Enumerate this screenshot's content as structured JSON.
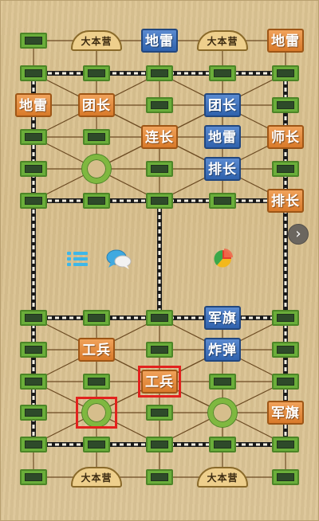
{
  "hq_label": "大本营",
  "icons": {
    "menu": "menu-list-icon",
    "chat": "chat-bubbles-icon",
    "stats": "pie-chart-icon",
    "next": "chevron-right-icon",
    "next_glyph": "›"
  },
  "colors": {
    "blue_piece": "#2f62ad",
    "orange_piece": "#d97a2a",
    "station": "#6aae3a",
    "selection": "#e2221e"
  },
  "pieces": [
    {
      "col": 2,
      "row": 0,
      "label": "地雷",
      "side": "blue"
    },
    {
      "col": 4,
      "row": 0,
      "label": "地雷",
      "side": "orange"
    },
    {
      "col": 0,
      "row": 2,
      "label": "地雷",
      "side": "orange"
    },
    {
      "col": 1,
      "row": 2,
      "label": "团长",
      "side": "orange"
    },
    {
      "col": 3,
      "row": 2,
      "label": "团长",
      "side": "blue"
    },
    {
      "col": 2,
      "row": 3,
      "label": "连长",
      "side": "orange"
    },
    {
      "col": 3,
      "row": 3,
      "label": "地雷",
      "side": "blue"
    },
    {
      "col": 4,
      "row": 3,
      "label": "师长",
      "side": "orange"
    },
    {
      "col": 3,
      "row": 4,
      "label": "排长",
      "side": "blue"
    },
    {
      "col": 4,
      "row": 5,
      "label": "排长",
      "side": "orange"
    },
    {
      "col": 3,
      "row": 6,
      "label": "军旗",
      "side": "blue"
    },
    {
      "col": 1,
      "row": 7,
      "label": "工兵",
      "side": "orange"
    },
    {
      "col": 3,
      "row": 7,
      "label": "炸弹",
      "side": "blue"
    },
    {
      "col": 2,
      "row": 8,
      "label": "工兵",
      "side": "orange"
    },
    {
      "col": 4,
      "row": 9,
      "label": "军旗",
      "side": "orange"
    }
  ]
}
